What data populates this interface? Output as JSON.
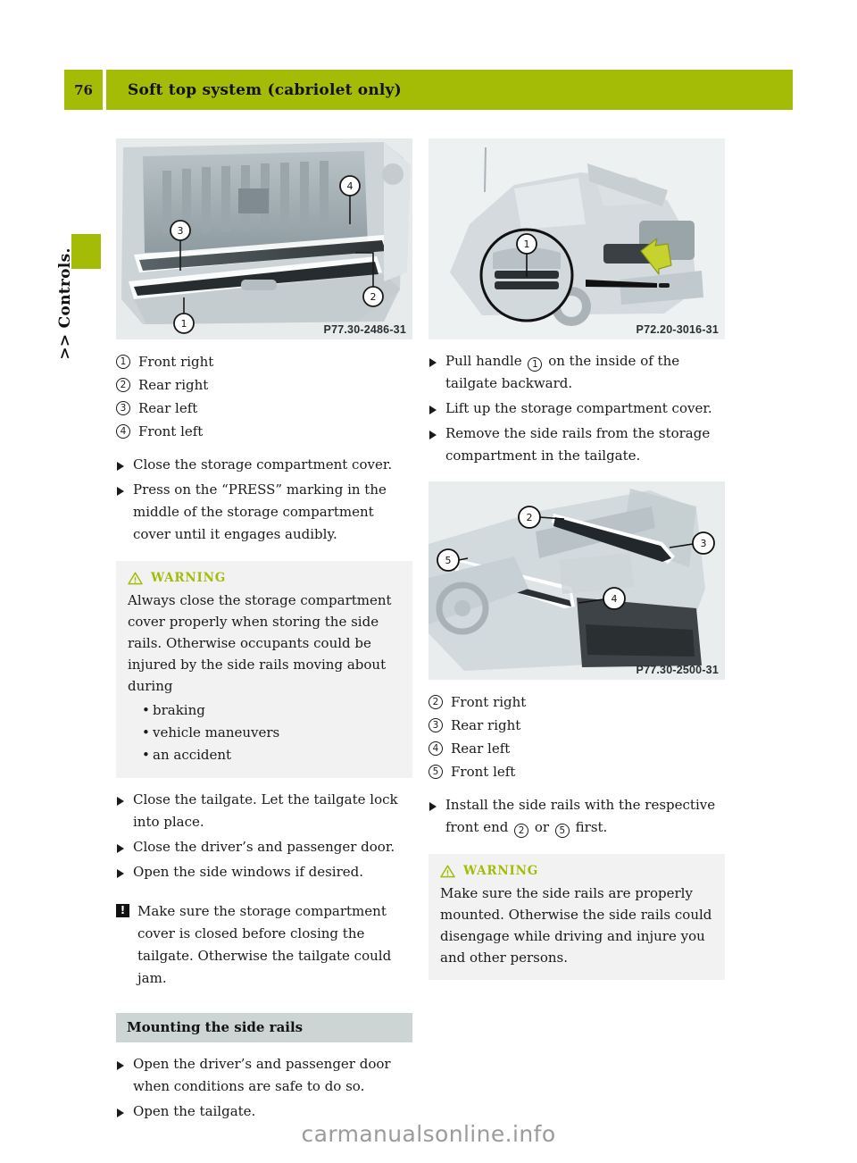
{
  "header": {
    "page_number": "76",
    "title": "Soft top system (cabriolet only)"
  },
  "sidebar": {
    "chapter_label": ">> Controls."
  },
  "left_column": {
    "figure": {
      "caption": "P77.30-2486-31",
      "callouts": [
        "1",
        "2",
        "3",
        "4"
      ]
    },
    "legend": [
      {
        "num": "1",
        "label": "Front right"
      },
      {
        "num": "2",
        "label": "Rear right"
      },
      {
        "num": "3",
        "label": "Rear left"
      },
      {
        "num": "4",
        "label": "Front left"
      }
    ],
    "steps": [
      "Close the storage compartment cover.",
      "Press on the “PRESS” marking in the middle of the storage compartment cover until it engages audibly."
    ],
    "warning": {
      "label": "WARNING",
      "body": "Always close the storage compartment cover properly when storing the side rails. Otherwise occupants could be injured by the side rails moving about during",
      "bullets": [
        "braking",
        "vehicle maneuvers",
        "an accident"
      ]
    },
    "steps2": [
      "Close the tailgate. Let the tailgate lock into place.",
      "Close the driver’s and passenger door.",
      "Open the side windows if desired."
    ],
    "note": {
      "icon": "!",
      "text": "Make sure the storage compartment cover is closed before closing the tailgate. Otherwise the tailgate could jam."
    },
    "subheading": "Mounting the side rails",
    "steps3": [
      "Open the driver’s and passenger door when conditions are safe to do so.",
      "Open the tailgate."
    ]
  },
  "right_column": {
    "figure_top": {
      "caption": "P72.20-3016-31",
      "callouts": [
        "1"
      ]
    },
    "steps": [
      {
        "pre": "Pull handle ",
        "num": "1",
        "post": " on the inside of the tailgate backward."
      },
      {
        "pre": "Lift up the storage compartment cover.",
        "num": "",
        "post": ""
      },
      {
        "pre": "Remove the side rails from the storage compartment in the tailgate.",
        "num": "",
        "post": ""
      }
    ],
    "figure_bottom": {
      "caption": "P77.30-2500-31",
      "callouts": [
        "2",
        "3",
        "4",
        "5"
      ]
    },
    "legend": [
      {
        "num": "2",
        "label": "Front right"
      },
      {
        "num": "3",
        "label": "Rear right"
      },
      {
        "num": "4",
        "label": "Rear left"
      },
      {
        "num": "5",
        "label": "Front left"
      }
    ],
    "install_step": {
      "pre": "Install the side rails with the respective front end ",
      "num_a": "2",
      "mid": " or ",
      "num_b": "5",
      "post": " first."
    },
    "warning": {
      "label": "WARNING",
      "body": "Make sure the side rails are properly mounted. Otherwise the side rails could disengage while driving and injure you and other persons."
    }
  },
  "watermark": "carmanualsonline.info",
  "colors": {
    "accent_green": "#a4bc06",
    "subhead_gray": "#ccd5d3",
    "box_gray": "#f2f2f2"
  }
}
